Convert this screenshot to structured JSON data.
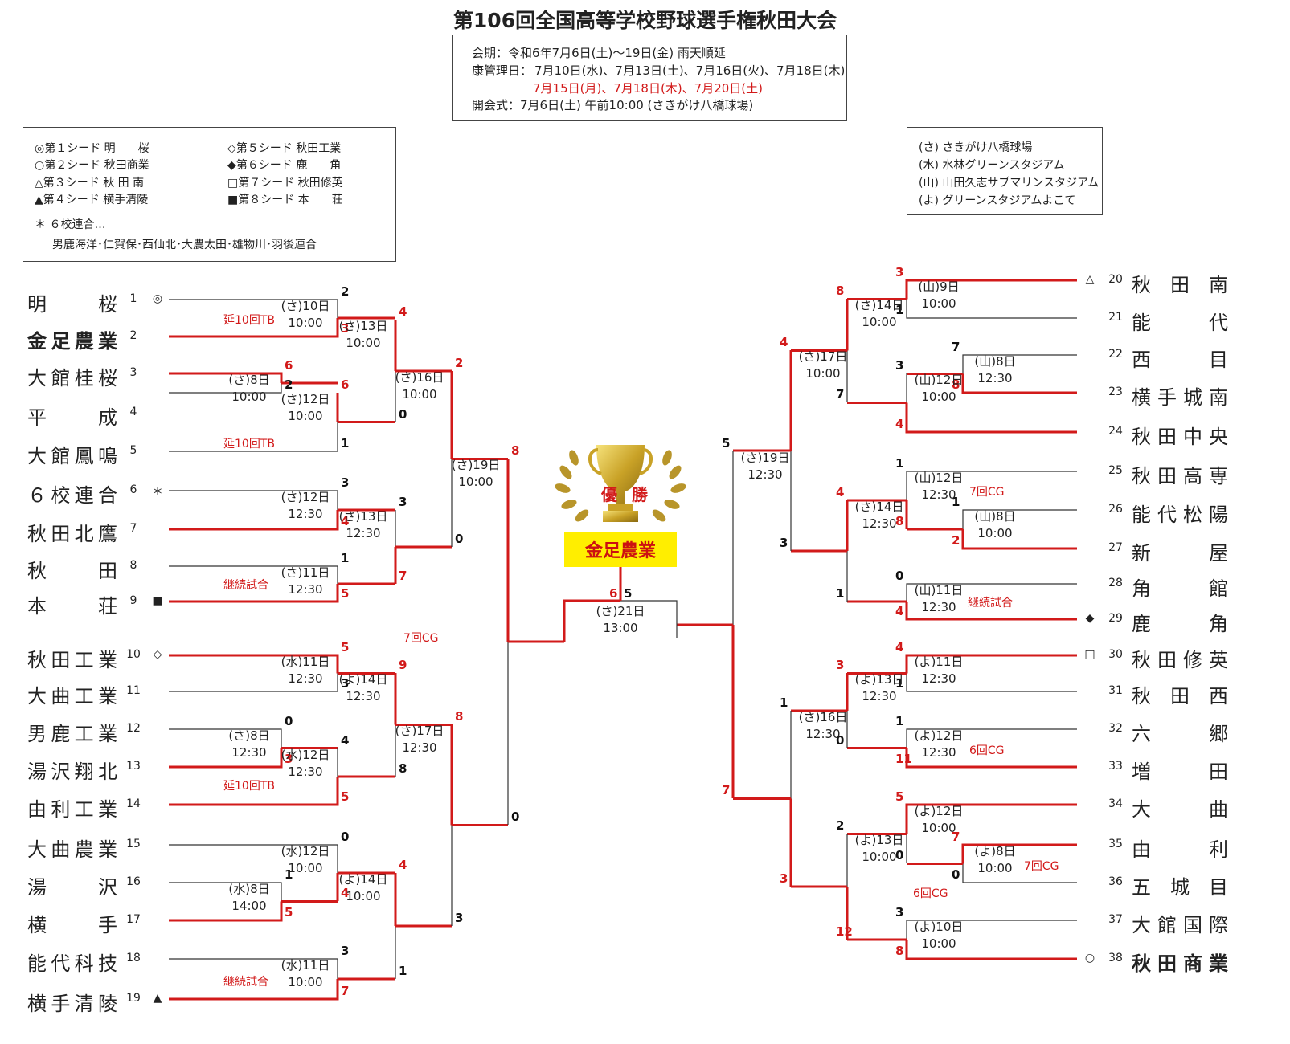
{
  "title": "第106回全国高等学校野球選手権秋田大会",
  "info": {
    "period": "会期：令和6年7月6日(土)～19日(金) 雨天順延",
    "maint_label": "康管理日：",
    "maint_old": "7月10日(水)、7月13日(土)、7月16日(火)、7月18日(木)",
    "maint_new": "7月15日(月)、7月18日(木)、7月20日(土)",
    "opening": "開会式：7月6日(土) 午前10:00 (さきがけ八橋球場)"
  },
  "seeds": {
    "left": [
      "◎第１シード 明　　桜",
      "○第２シード 秋田商業",
      "△第３シード 秋 田 南",
      "▲第４シード 横手清陵"
    ],
    "right": [
      "◇第５シード 秋田工業",
      "◆第６シード 鹿　　角",
      "□第７シード 秋田修英",
      "■第８シード 本　　荘"
    ],
    "note_title": "＊ ６校連合…",
    "note_body": "男鹿海洋･仁賀保･西仙北･大農太田･雄物川･羽後連合"
  },
  "venues": [
    "(さ) さきがけ八橋球場",
    "(水) 水林グリーンスタジアム",
    "(山) 山田久志サブマリンスタジアム",
    "(よ) グリーンスタジアムよこて"
  ],
  "champion": {
    "label": "優勝",
    "team": "金足農業"
  },
  "colors": {
    "win": "#d21a1a",
    "line": "#333333",
    "gold": "#c9a227"
  },
  "teams": [
    {
      "no": "1",
      "name": "明　　桜",
      "mark": "◎"
    },
    {
      "no": "2",
      "name": "金足農業",
      "mark": "",
      "bold": true
    },
    {
      "no": "3",
      "name": "大館桂桜",
      "mark": ""
    },
    {
      "no": "4",
      "name": "平　　成",
      "mark": ""
    },
    {
      "no": "5",
      "name": "大館鳳鳴",
      "mark": ""
    },
    {
      "no": "6",
      "name": "６校連合",
      "mark": "＊"
    },
    {
      "no": "7",
      "name": "秋田北鷹",
      "mark": ""
    },
    {
      "no": "8",
      "name": "秋　　田",
      "mark": ""
    },
    {
      "no": "9",
      "name": "本　　荘",
      "mark": "■"
    },
    {
      "no": "10",
      "name": "秋田工業",
      "mark": "◇"
    },
    {
      "no": "11",
      "name": "大曲工業",
      "mark": ""
    },
    {
      "no": "12",
      "name": "男鹿工業",
      "mark": ""
    },
    {
      "no": "13",
      "name": "湯沢翔北",
      "mark": ""
    },
    {
      "no": "14",
      "name": "由利工業",
      "mark": ""
    },
    {
      "no": "15",
      "name": "大曲農業",
      "mark": ""
    },
    {
      "no": "16",
      "name": "湯　　沢",
      "mark": ""
    },
    {
      "no": "17",
      "name": "横　　手",
      "mark": ""
    },
    {
      "no": "18",
      "name": "能代科技",
      "mark": ""
    },
    {
      "no": "19",
      "name": "横手清陵",
      "mark": "▲"
    },
    {
      "no": "20",
      "name": "秋　田　南",
      "mark": "△"
    },
    {
      "no": "21",
      "name": "能　　　代",
      "mark": ""
    },
    {
      "no": "22",
      "name": "西　　　目",
      "mark": ""
    },
    {
      "no": "23",
      "name": "横手城南",
      "mark": ""
    },
    {
      "no": "24",
      "name": "秋田中央",
      "mark": ""
    },
    {
      "no": "25",
      "name": "秋田高専",
      "mark": ""
    },
    {
      "no": "26",
      "name": "能代松陽",
      "mark": ""
    },
    {
      "no": "27",
      "name": "新　　　屋",
      "mark": ""
    },
    {
      "no": "28",
      "name": "角　　　館",
      "mark": ""
    },
    {
      "no": "29",
      "name": "鹿　　　角",
      "mark": "◆"
    },
    {
      "no": "30",
      "name": "秋田修英",
      "mark": "□"
    },
    {
      "no": "31",
      "name": "秋　田　西",
      "mark": ""
    },
    {
      "no": "32",
      "name": "六　　　郷",
      "mark": ""
    },
    {
      "no": "33",
      "name": "増　　　田",
      "mark": ""
    },
    {
      "no": "34",
      "name": "大　　　曲",
      "mark": ""
    },
    {
      "no": "35",
      "name": "由　　　利",
      "mark": ""
    },
    {
      "no": "36",
      "name": "五　城　目",
      "mark": ""
    },
    {
      "no": "37",
      "name": "大館国際",
      "mark": ""
    },
    {
      "no": "38",
      "name": "秋田商業",
      "mark": "○",
      "bold": true
    }
  ],
  "matches": [
    {
      "id": "L1a",
      "a": "2",
      "b": "3",
      "venue": "(さ)10日",
      "time": "10:00",
      "note": "延10回TB"
    },
    {
      "id": "L1b",
      "a": "6",
      "b": "2",
      "venue": "(さ)8日",
      "time": "10:00",
      "note": ""
    },
    {
      "id": "L1c",
      "a": "6",
      "b": "1",
      "venue": "(さ)12日",
      "time": "10:00",
      "note": "延10回TB"
    },
    {
      "id": "L1d",
      "a": "4",
      "b": "0",
      "venue": "(さ)13日",
      "time": "10:00",
      "note": ""
    },
    {
      "id": "L2a",
      "a": "3",
      "b": "4",
      "venue": "(さ)12日",
      "time": "12:30",
      "note": ""
    },
    {
      "id": "L2b",
      "a": "1",
      "b": "5",
      "venue": "(さ)11日",
      "time": "12:30",
      "note": "継続試合"
    },
    {
      "id": "L2c",
      "a": "3",
      "b": "7",
      "venue": "(さ)13日",
      "time": "12:30",
      "note": ""
    },
    {
      "id": "L2d",
      "a": "2",
      "b": "0",
      "venue": "(さ)16日",
      "time": "10:00",
      "note": ""
    },
    {
      "id": "L3a",
      "a": "5",
      "b": "3",
      "venue": "(水)11日",
      "time": "12:30",
      "note": ""
    },
    {
      "id": "L3b",
      "a": "0",
      "b": "3",
      "venue": "(さ)8日",
      "time": "12:30",
      "note": ""
    },
    {
      "id": "L3c",
      "a": "4",
      "b": "5",
      "venue": "(水)12日",
      "time": "12:30",
      "note": "延10回TB"
    },
    {
      "id": "L3d",
      "a": "9",
      "b": "8",
      "venue": "(よ)14日",
      "time": "12:30",
      "note": ""
    },
    {
      "id": "L4a",
      "a": "1",
      "b": "5",
      "venue": "(水)8日",
      "time": "14:00",
      "note": ""
    },
    {
      "id": "L4b",
      "a": "0",
      "b": "4",
      "venue": "(水)12日",
      "time": "10:00",
      "note": ""
    },
    {
      "id": "L4c",
      "a": "3",
      "b": "7",
      "venue": "(水)11日",
      "time": "10:00",
      "note": "継続試合"
    },
    {
      "id": "L4d",
      "a": "4",
      "b": "1",
      "venue": "(よ)14日",
      "time": "10:00",
      "note": ""
    },
    {
      "id": "L4e",
      "a": "8",
      "b": "3",
      "venue": "(さ)17日",
      "time": "12:30",
      "note": ""
    },
    {
      "id": "LSF",
      "a": "8",
      "b": "0",
      "venue": "(さ)19日",
      "time": "10:00",
      "note": "7回CG"
    },
    {
      "id": "F",
      "a": "6",
      "b": "5",
      "venue": "(さ)21日",
      "time": "13:00",
      "note": ""
    },
    {
      "id": "RSF",
      "a": "5",
      "b": "7",
      "venue": "(さ)19日",
      "time": "12:30",
      "note": ""
    },
    {
      "id": "R1a",
      "a": "3",
      "b": "1",
      "venue": "(山)9日",
      "time": "10:00",
      "note": ""
    },
    {
      "id": "R1b",
      "a": "7",
      "b": "8",
      "venue": "(山)8日",
      "time": "12:30",
      "note": ""
    },
    {
      "id": "R1c",
      "a": "3",
      "b": "4",
      "venue": "(山)12日",
      "time": "10:00",
      "note": ""
    },
    {
      "id": "R1d",
      "a": "8",
      "b": "7",
      "venue": "(さ)14日",
      "time": "10:00",
      "note": ""
    },
    {
      "id": "R2a",
      "a": "1",
      "b": "8",
      "venue": "(山)12日",
      "time": "12:30",
      "note": "7回CG"
    },
    {
      "id": "R2b",
      "a": "1",
      "b": "2",
      "venue": "(山)8日",
      "time": "10:00",
      "note": ""
    },
    {
      "id": "R2c",
      "a": "0",
      "b": "4",
      "venue": "(山)11日",
      "time": "12:30",
      "note": "継続試合"
    },
    {
      "id": "R2d",
      "a": "4",
      "b": "1",
      "venue": "(さ)14日",
      "time": "12:30",
      "note": ""
    },
    {
      "id": "R2e",
      "a": "4",
      "b": "3",
      "venue": "(さ)17日",
      "time": "10:00",
      "note": ""
    },
    {
      "id": "R3a",
      "a": "4",
      "b": "1",
      "venue": "(よ)11日",
      "time": "12:30",
      "note": ""
    },
    {
      "id": "R3b",
      "a": "1",
      "b": "11",
      "venue": "(よ)12日",
      "time": "12:30",
      "note": "6回CG"
    },
    {
      "id": "R3c",
      "a": "3",
      "b": "0",
      "venue": "(よ)13日",
      "time": "12:30",
      "note": ""
    },
    {
      "id": "R4a",
      "a": "7",
      "b": "0",
      "venue": "(よ)8日",
      "time": "10:00",
      "note": "7回CG"
    },
    {
      "id": "R4b",
      "a": "5",
      "b": "0",
      "venue": "(よ)12日",
      "time": "10:00",
      "note": ""
    },
    {
      "id": "R4c",
      "a": "3",
      "b": "8",
      "venue": "(よ)10日",
      "time": "10:00",
      "note": ""
    },
    {
      "id": "R4d",
      "a": "2",
      "b": "12",
      "venue": "(よ)13日",
      "time": "10:00",
      "note": "6回CG"
    },
    {
      "id": "R4e",
      "a": "1",
      "b": "3",
      "venue": "(さ)16日",
      "time": "12:30",
      "note": ""
    }
  ]
}
